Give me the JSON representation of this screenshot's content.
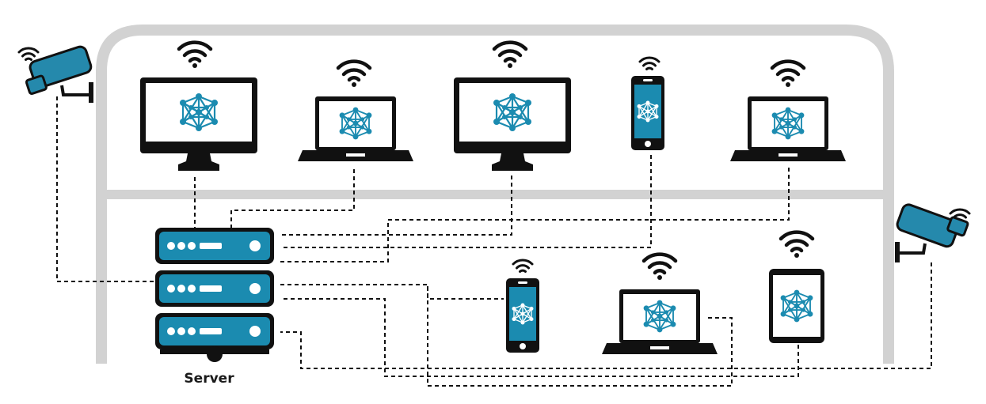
{
  "server": {
    "label": "Server"
  },
  "colors": {
    "outline": "#111111",
    "accent": "#1b8bb0",
    "camera_body": "#2589ac",
    "building": "#d2d2d2",
    "link": "#111111",
    "background": "#ffffff"
  },
  "devices": [
    {
      "id": "monitor-1",
      "type": "desktop-monitor",
      "icon": "neural-network-icon",
      "wireless": true
    },
    {
      "id": "laptop-1",
      "type": "laptop",
      "icon": "neural-network-icon",
      "wireless": true
    },
    {
      "id": "monitor-2",
      "type": "desktop-monitor",
      "icon": "neural-network-icon",
      "wireless": true
    },
    {
      "id": "phone-1",
      "type": "smartphone",
      "icon": "neural-network-icon",
      "wireless": true
    },
    {
      "id": "laptop-2",
      "type": "laptop",
      "icon": "neural-network-icon",
      "wireless": true
    },
    {
      "id": "phone-2",
      "type": "smartphone",
      "icon": "neural-network-icon",
      "wireless": true
    },
    {
      "id": "laptop-3",
      "type": "laptop",
      "icon": "neural-network-icon",
      "wireless": true
    },
    {
      "id": "tablet-1",
      "type": "tablet",
      "icon": "neural-network-icon",
      "wireless": true
    },
    {
      "id": "camera-left",
      "type": "security-camera",
      "icon": "cctv-camera-icon",
      "wireless": true
    },
    {
      "id": "camera-right",
      "type": "security-camera",
      "icon": "cctv-camera-icon",
      "wireless": true
    }
  ],
  "connections": [
    {
      "from": "server",
      "to": "monitor-1",
      "style": "dashed"
    },
    {
      "from": "server",
      "to": "laptop-1",
      "style": "dashed"
    },
    {
      "from": "server",
      "to": "monitor-2",
      "style": "dashed"
    },
    {
      "from": "server",
      "to": "phone-1",
      "style": "dashed"
    },
    {
      "from": "server",
      "to": "laptop-2",
      "style": "dashed"
    },
    {
      "from": "server",
      "to": "phone-2",
      "style": "dashed"
    },
    {
      "from": "server",
      "to": "laptop-3",
      "style": "dashed"
    },
    {
      "from": "server",
      "to": "tablet-1",
      "style": "dashed"
    },
    {
      "from": "server",
      "to": "camera-left",
      "style": "dashed"
    },
    {
      "from": "server",
      "to": "camera-right",
      "style": "dashed"
    }
  ]
}
